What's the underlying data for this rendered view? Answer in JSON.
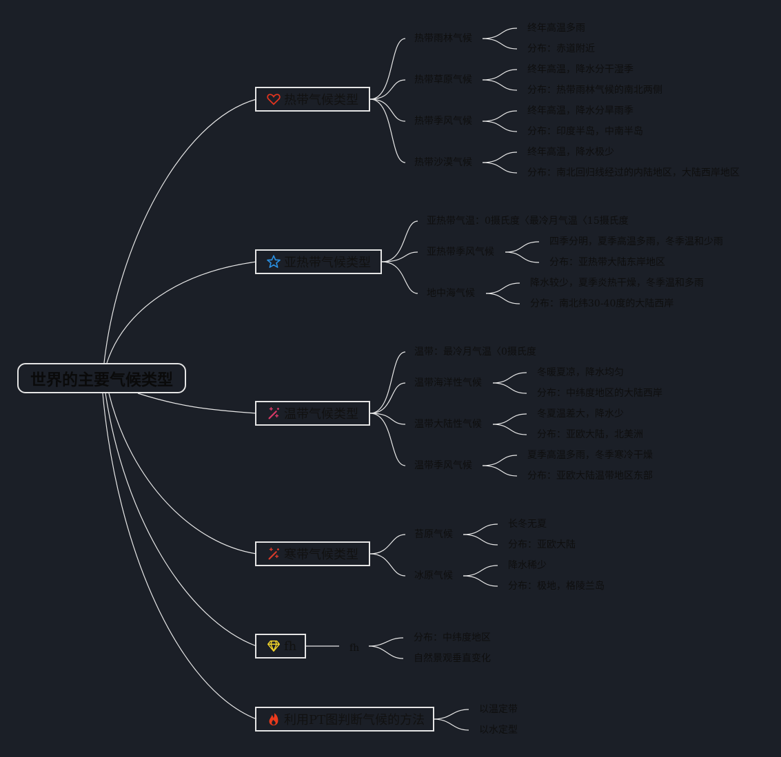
{
  "root": {
    "title": "世界的主要气候类型"
  },
  "branches": [
    {
      "title": "热带气候类型",
      "icon": "heart-icon",
      "children": [
        {
          "label": "热带雨林气候",
          "details": [
            "终年高温多雨",
            "分布：赤道附近"
          ]
        },
        {
          "label": "热带草原气候",
          "details": [
            "终年高温，降水分干湿季",
            "分布：热带雨林气候的南北两侧"
          ]
        },
        {
          "label": "热带季风气候",
          "details": [
            "终年高温，降水分旱雨季",
            "分布：印度半岛，中南半岛"
          ]
        },
        {
          "label": "热带沙漠气候",
          "details": [
            "终年高温，降水极少",
            "分布：南北回归线经过的内陆地区，大陆西岸地区"
          ]
        }
      ]
    },
    {
      "title": "亚热带气候类型",
      "icon": "star-icon",
      "children": [
        {
          "label": "亚热带气温：0摄氏度〈最冷月气温〈15摄氏度",
          "details": []
        },
        {
          "label": "亚热带季风气候",
          "details": [
            "四季分明，夏季高温多雨，冬季温和少雨",
            "分布：亚热带大陆东岸地区"
          ]
        },
        {
          "label": "地中海气候",
          "details": [
            "降水较少，夏季炎热干燥，冬季温和多雨",
            "分布：南北纬30-40度的大陆西岸"
          ]
        }
      ]
    },
    {
      "title": "温带气候类型",
      "icon": "magic-wand-icon",
      "children": [
        {
          "label": "温带：最冷月气温〈0摄氏度",
          "details": []
        },
        {
          "label": "温带海洋性气候",
          "details": [
            "冬暖夏凉，降水均匀",
            "分布：中纬度地区的大陆西岸"
          ]
        },
        {
          "label": "温带大陆性气候",
          "details": [
            "冬夏温差大，降水少",
            "分布：亚欧大陆，北美洲"
          ]
        },
        {
          "label": "温带季风气候",
          "details": [
            "夏季高温多雨，冬季寒冷干燥",
            "分布：亚欧大陆温带地区东部"
          ]
        }
      ]
    },
    {
      "title": "寒带气候类型",
      "icon": "magic-wand-icon",
      "children": [
        {
          "label": "苔原气候",
          "details": [
            "长冬无夏",
            "分布：亚欧大陆"
          ]
        },
        {
          "label": "冰原气候",
          "details": [
            "降水稀少",
            "分布：极地，格陵兰岛"
          ]
        }
      ]
    },
    {
      "title": "fh",
      "icon": "diamond-icon",
      "children": [
        {
          "label": "fh",
          "details": [
            "分布：中纬度地区",
            "自然景观垂直变化"
          ]
        }
      ]
    },
    {
      "title": "利用PT图判断气候的方法",
      "icon": "fire-icon",
      "children": [
        {
          "label": "以温定带",
          "details": []
        },
        {
          "label": "以水定型",
          "details": []
        }
      ]
    }
  ],
  "colors": {
    "background": "#1b1f27",
    "line": "#e8e8e8",
    "heart": "#e0341f",
    "star": "#2a8fe0",
    "wand_tropic": "#d83a67",
    "wand_cold": "#d83a2a",
    "diamond": "#f2d42a",
    "fire": "#ea3a1c"
  }
}
